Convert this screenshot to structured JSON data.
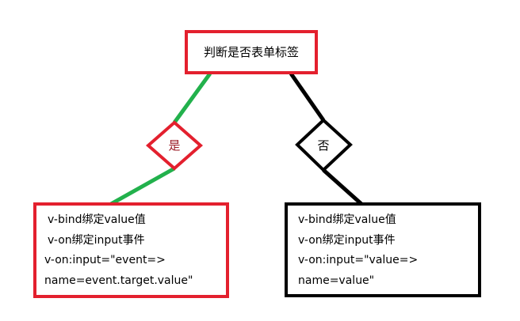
{
  "colors": {
    "red": "#e3202e",
    "green": "#22b14c",
    "black": "#000000",
    "yes_text": "#9b1b26"
  },
  "root": {
    "label": "判断是否表单标签"
  },
  "decisions": {
    "yes": "是",
    "no": "否"
  },
  "yes_box": {
    "lines": [
      "v-bind绑定value值",
      "v-on绑定input事件",
      "v-on:input=\"event=>",
      "name=event.target.value\""
    ]
  },
  "no_box": {
    "lines": [
      "v-bind绑定value值",
      "v-on绑定input事件",
      "v-on:input=\"value=>",
      "name=value\""
    ]
  }
}
